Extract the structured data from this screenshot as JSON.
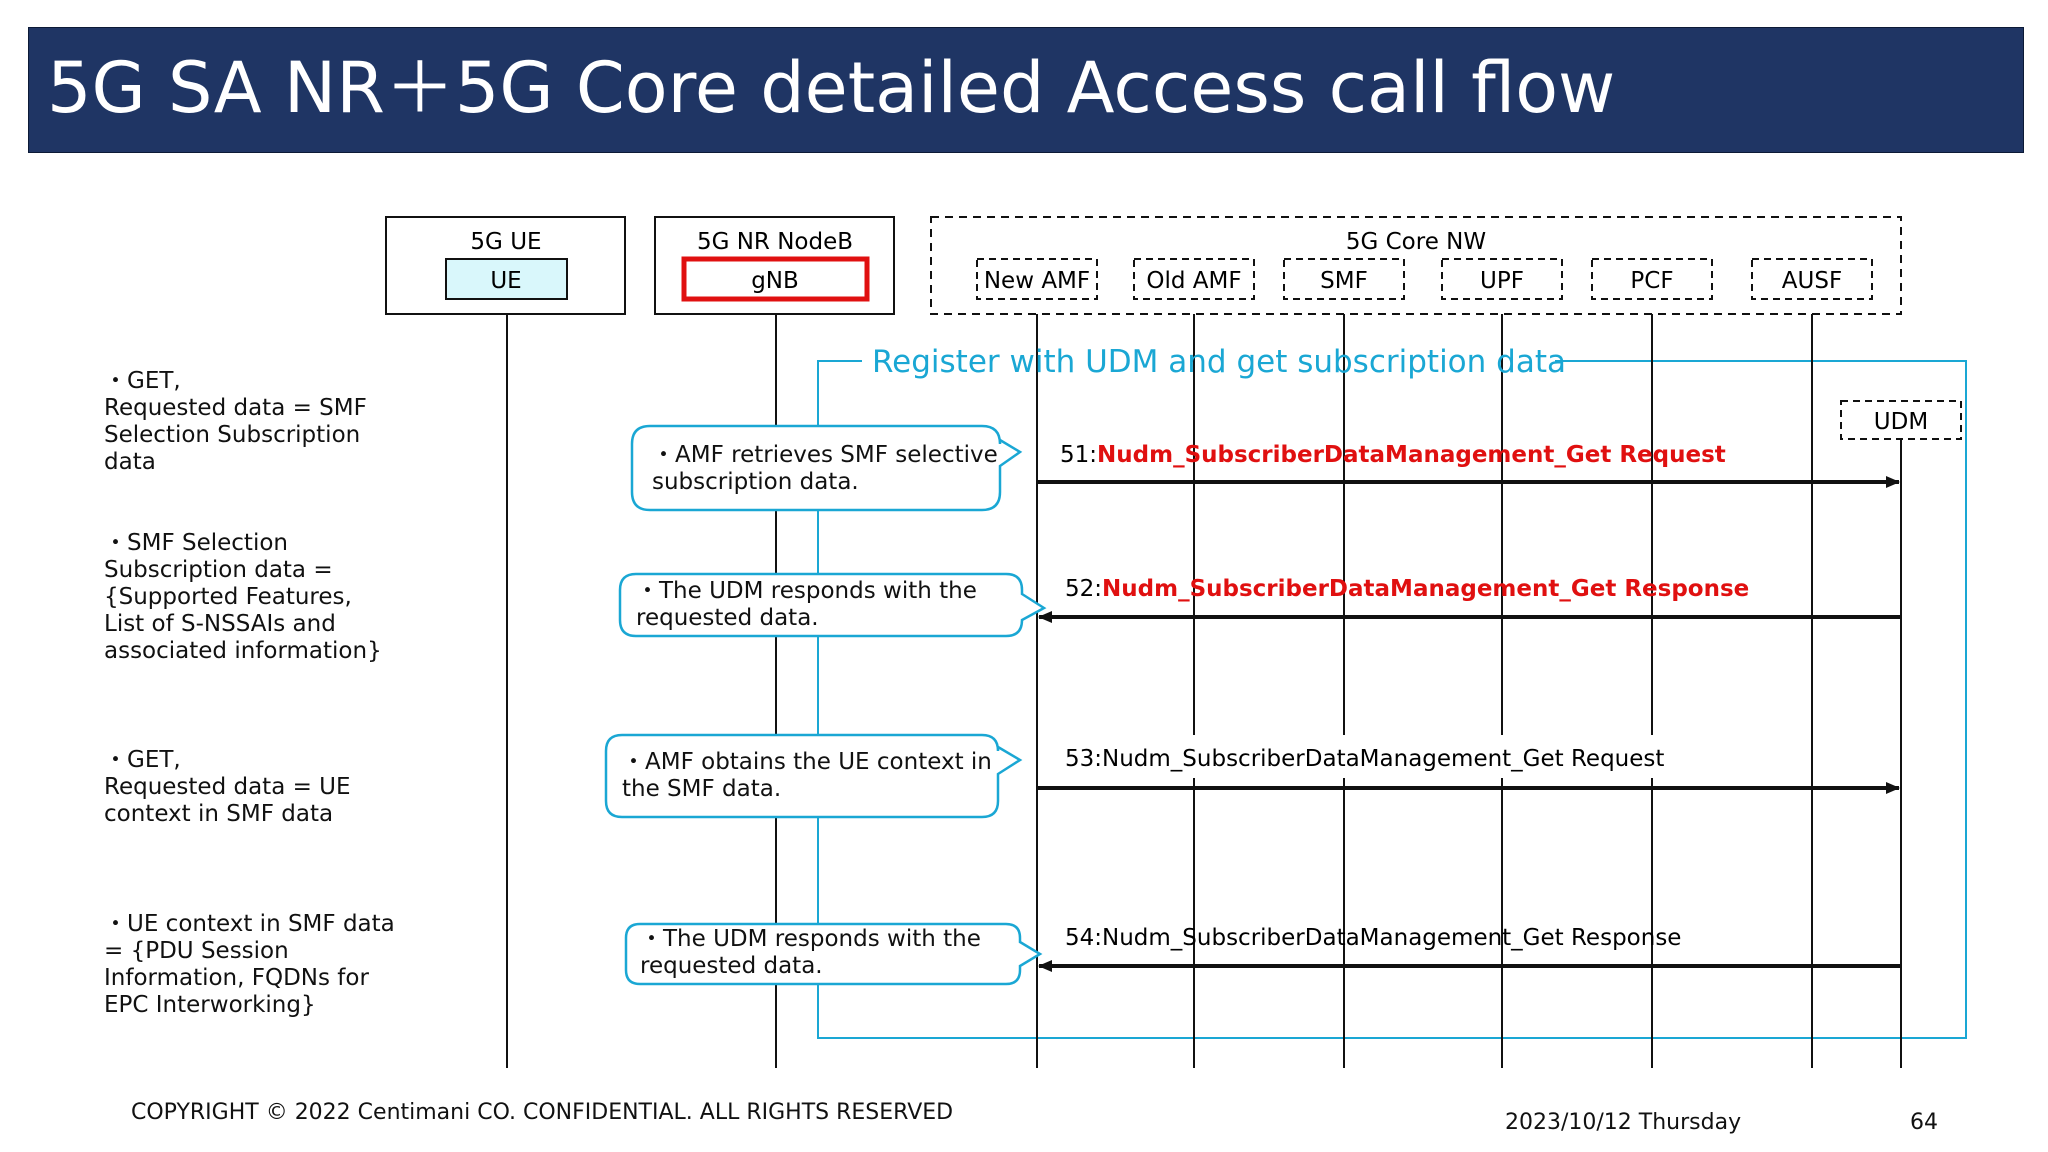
{
  "slide": {
    "title": "5G SA NR＋5G Core detailed Access call flow",
    "footer_copyright": "COPYRIGHT © 2022 Centimani CO. CONFIDENTIAL. ALL RIGHTS RESERVED",
    "footer_date": "2023/10/12 Thursday",
    "page_number": "64"
  },
  "groups": {
    "ue_group": "5G  UE",
    "gnb_group": "5G NR NodeB",
    "core_group": "5G Core NW"
  },
  "nodes": {
    "ue": "UE",
    "gnb": "gNB",
    "new_amf": "New AMF",
    "old_amf": "Old AMF",
    "smf": "SMF",
    "upf": "UPF",
    "pcf": "PCF",
    "ausf": "AUSF",
    "udm": "UDM"
  },
  "procedure": {
    "label": "Register with UDM and get subscription data"
  },
  "messages": [
    {
      "num": "51:",
      "text": "Nudm_SubscriberDataManagement_Get Request",
      "highlight": true
    },
    {
      "num": "52:",
      "text": "Nudm_SubscriberDataManagement_Get Response",
      "highlight": true
    },
    {
      "num": "53:",
      "text": "Nudm_SubscriberDataManagement_Get Request",
      "highlight": false
    },
    {
      "num": "54:",
      "text": "Nudm_SubscriberDataManagement_Get Response",
      "highlight": false
    }
  ],
  "bubbles": [
    "・AMF retrieves SMF selective\n subscription data.",
    "・The UDM responds with the\n requested data.",
    "・AMF obtains the UE context in\n the SMF data.",
    "・The UDM responds with the\n requested data."
  ],
  "notes": [
    "・GET,\nRequested data = SMF\nSelection Subscription\ndata",
    "・SMF Selection\nSubscription data =\n{Supported Features,\nList of S-NSSAIs and\nassociated information}",
    "・GET,\nRequested data = UE\ncontext in SMF data",
    "・UE context in SMF data\n= {PDU Session\nInformation, FQDNs for\nEPC Interworking}"
  ],
  "colors": {
    "title_bg": "#1f3564",
    "procedure_cyan": "#1aa7d4",
    "highlight_red": "#e01010",
    "ue_fill": "#d9f7fb"
  }
}
